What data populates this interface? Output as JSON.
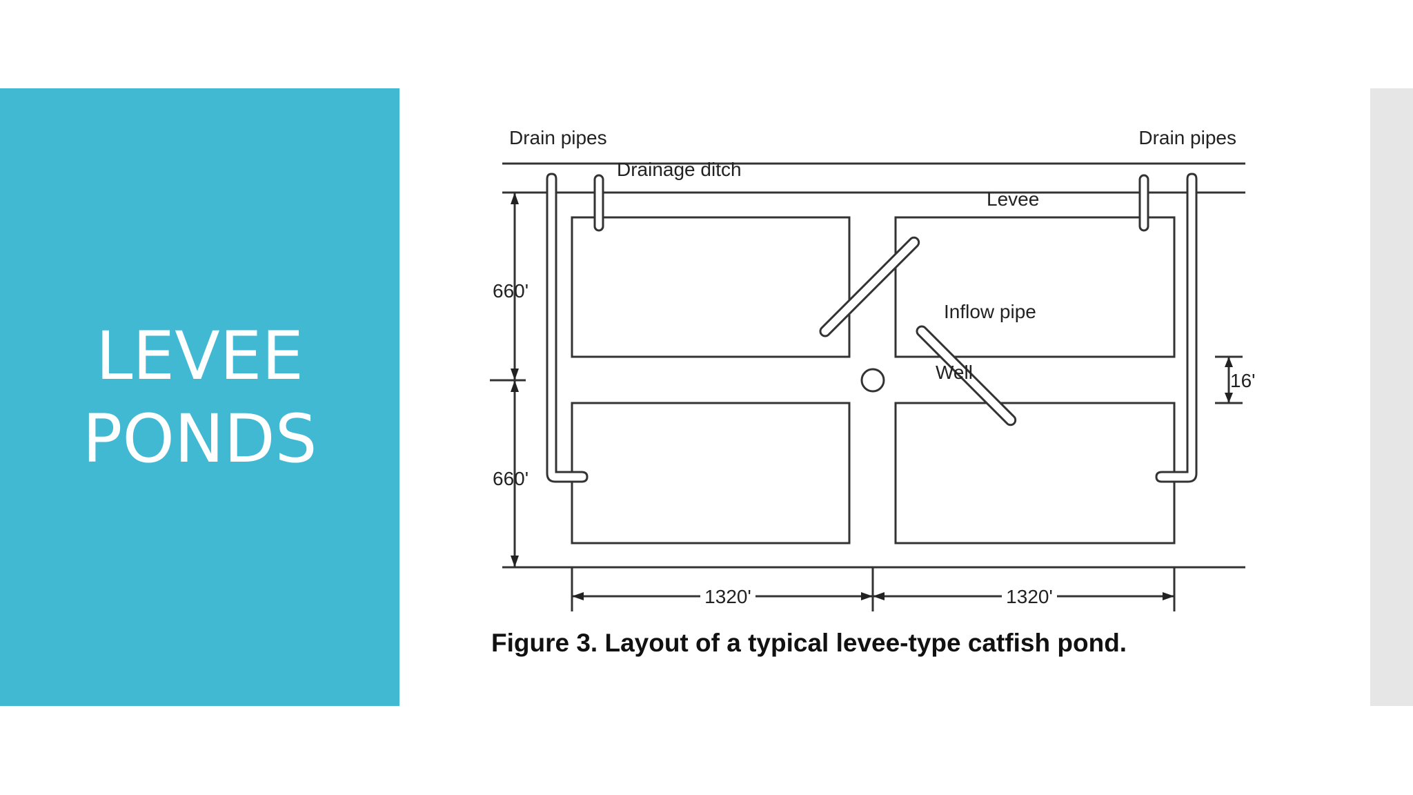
{
  "slide": {
    "title_line_1": "LEVEE",
    "title_line_2": "PONDS"
  },
  "figure": {
    "labels": {
      "drain_pipes_left": "Drain pipes",
      "drain_pipes_right": "Drain pipes",
      "drainage_ditch": "Drainage ditch",
      "levee": "Levee",
      "inflow_pipe": "Inflow pipe",
      "well": "Well"
    },
    "dimensions": {
      "height_top": "660'",
      "height_bottom": "660'",
      "width_left": "1320'",
      "width_right": "1320'",
      "levee_width": "16'"
    },
    "caption": "Figure 3. Layout of a typical levee-type catfish pond."
  },
  "colors": {
    "title_panel": "#42b9d3",
    "title_text": "#ffffff",
    "right_bar": "#e6e6e6",
    "diagram_ink": "#333333"
  }
}
